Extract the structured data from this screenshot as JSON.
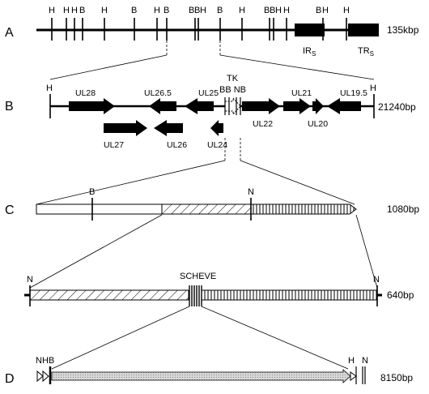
{
  "figure": {
    "row_labels": [
      "A",
      "B",
      "C",
      "D"
    ],
    "sizes": {
      "A": "135kbp",
      "B": "21240bp",
      "C": "1080bp",
      "C2": "640bp",
      "D": "8150bp"
    },
    "row_a": {
      "sites": [
        "H",
        "H",
        "H",
        "B",
        "H",
        "B",
        "H",
        "B",
        "B",
        "B",
        "H",
        "B",
        "H",
        "B",
        "B",
        "H",
        "H",
        "B",
        "H",
        "H"
      ],
      "regions": [
        "IR",
        "TR"
      ],
      "region_subscript": "S"
    },
    "row_b": {
      "genes": [
        "UL28",
        "UL26.5",
        "UL25",
        "UL27",
        "UL26",
        "UL24",
        "UL22",
        "UL21",
        "UL19.5",
        "UL20"
      ],
      "tk_label": "TK",
      "tk_sites": "BB NB",
      "end_sites": [
        "H",
        "H"
      ]
    },
    "row_c": {
      "sites": [
        "B",
        "N"
      ]
    },
    "row_c2": {
      "sites": [
        "N",
        "N"
      ],
      "cluster_label": "SCHEVE"
    },
    "row_d": {
      "sites_left": "NHB",
      "sites_right": [
        "H",
        "N"
      ]
    }
  }
}
